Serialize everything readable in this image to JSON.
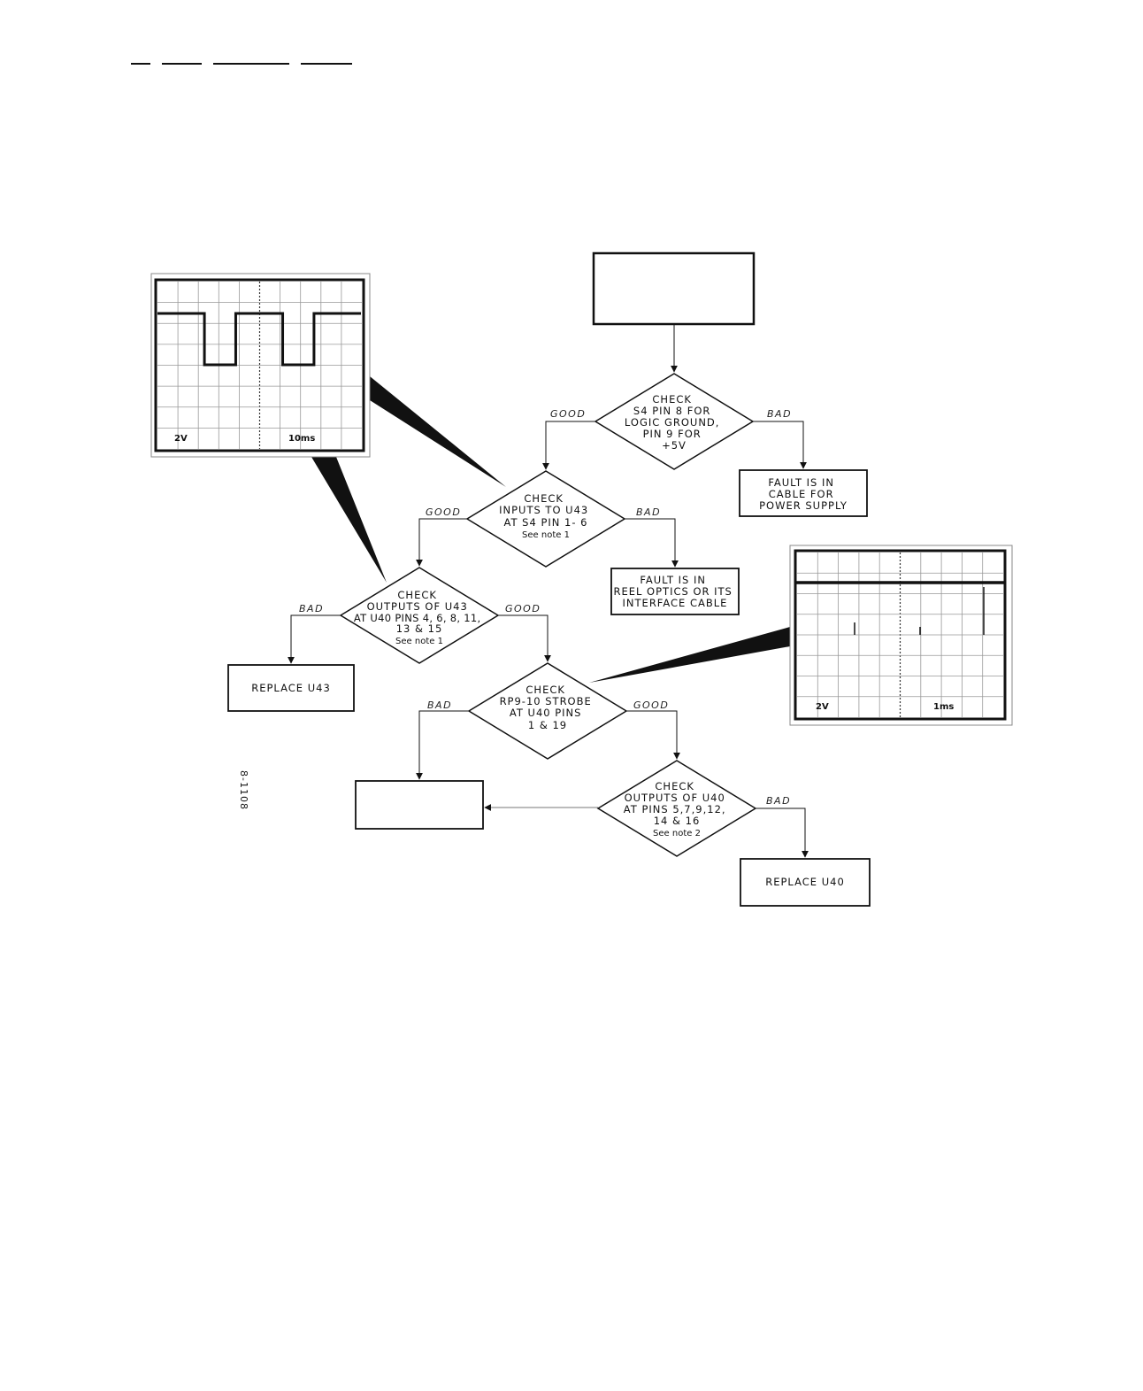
{
  "figure_id": "8-1108",
  "branches": {
    "good": "GOOD",
    "bad": "BAD"
  },
  "nodes": {
    "start_box": {
      "lines": []
    },
    "check_s4_pin8": {
      "lines": [
        "CHECK",
        "S4 PIN 8 FOR",
        "LOGIC GROUND,",
        "PIN 9 FOR",
        "+5V"
      ]
    },
    "fault_cable_power": {
      "lines": [
        "FAULT IS IN",
        "CABLE FOR",
        "POWER SUPPLY"
      ]
    },
    "check_inputs_u43": {
      "lines": [
        "CHECK",
        "INPUTS TO U43",
        "AT S4 PIN 1- 6"
      ],
      "note": "See note 1"
    },
    "fault_reel_optics": {
      "lines": [
        "FAULT IS IN",
        "REEL OPTICS OR ITS",
        "INTERFACE CABLE"
      ]
    },
    "check_outputs_u43": {
      "lines": [
        "CHECK",
        "OUTPUTS OF U43",
        "AT U40 PINS 4, 6, 8, 11,",
        "13 & 15"
      ],
      "note": "See note 1"
    },
    "replace_u43": {
      "lines": [
        "REPLACE U43"
      ]
    },
    "check_strobe": {
      "lines": [
        "CHECK",
        "RP9-10 STROBE",
        "AT U40 PINS",
        "1 & 19"
      ]
    },
    "check_outputs_u40": {
      "lines": [
        "CHECK",
        "OUTPUTS OF U40",
        "AT PINS 5,7,9,12,",
        "14 & 16"
      ],
      "note": "See note 2"
    },
    "replace_u40": {
      "lines": [
        "REPLACE U40"
      ]
    },
    "faded_box": {
      "lines": []
    }
  },
  "scopes": {
    "scope_1": {
      "volts": "2V",
      "time": "10ms",
      "trace": [
        1,
        1,
        1,
        0,
        0,
        1,
        1,
        1,
        0,
        0,
        1,
        1,
        1
      ]
    },
    "scope_2": {
      "volts": "2V",
      "time": "1ms"
    }
  }
}
